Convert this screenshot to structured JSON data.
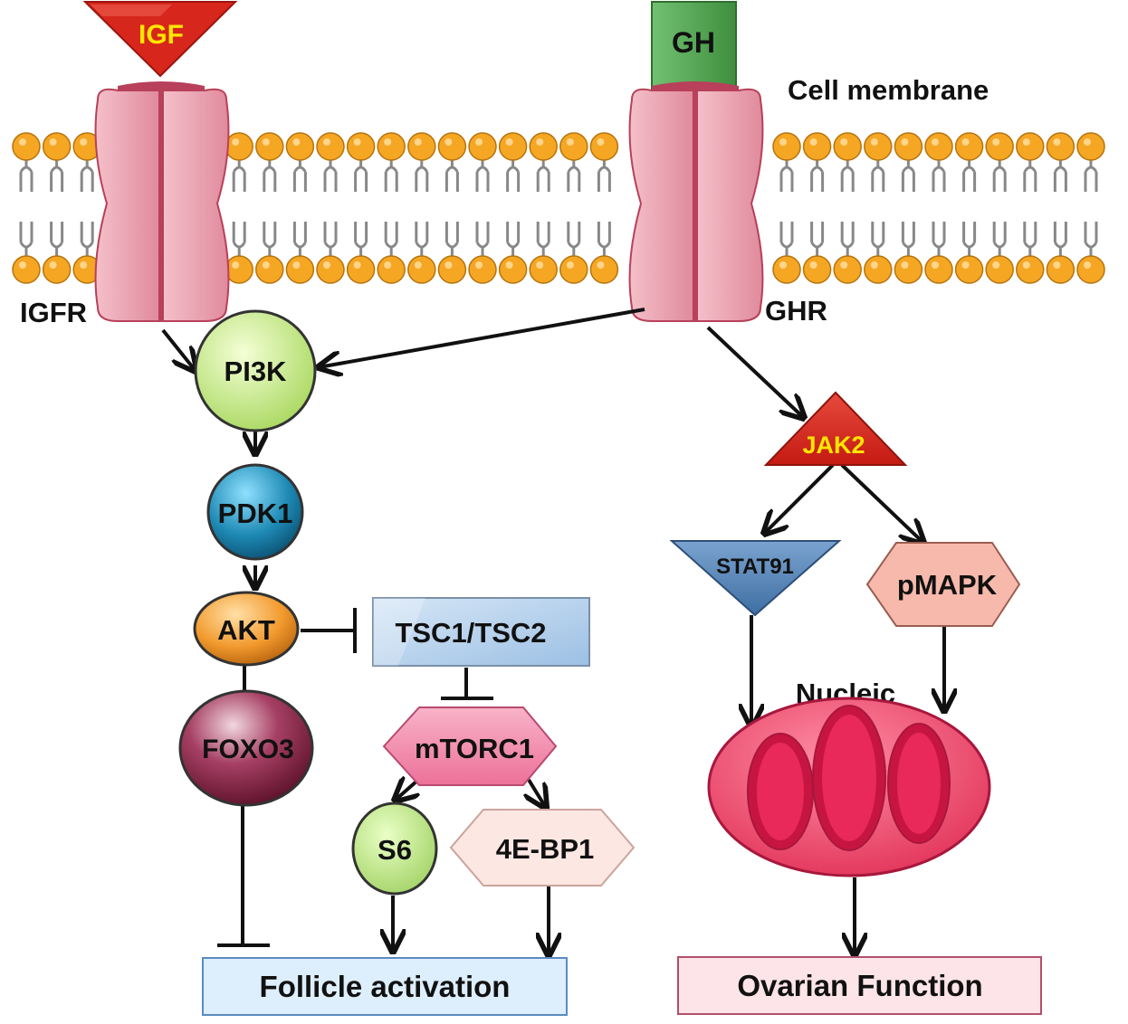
{
  "labels": {
    "igf": "IGF",
    "gh": "GH",
    "cell_membrane": "Cell membrane",
    "igfr": "IGFR",
    "ghr": "GHR",
    "pi3k": "PI3K",
    "pdk1": "PDK1",
    "akt": "AKT",
    "foxo3": "FOXO3",
    "tsc": "TSC1/TSC2",
    "mtorc1": "mTORC1",
    "s6": "S6",
    "ebp1": "4E-BP1",
    "jak2": "JAK2",
    "stat91": "STAT91",
    "pmapk": "pMAPK",
    "nucleic": "Nucleic",
    "follicle": "Follicle activation",
    "ovarian": "Ovarian Function"
  },
  "colors": {
    "lipid_head": "#f5a623",
    "receptor": "#e8a0ae",
    "receptor_dark": "#b8405a",
    "igf": "#d7261b",
    "igf_text": "#ffe600",
    "gh": "#4ea14e",
    "pi3k": "#d4ef9a",
    "pdk1": "#1e8ab4",
    "akt": "#f29a2e",
    "foxo3": "#8a1f3c",
    "tsc": "#b9d4ec",
    "mtorc1": "#f48cab",
    "s6": "#c4e88a",
    "ebp1": "#fde7e2",
    "jak2": "#d7261b",
    "stat91": "#4a7bb0",
    "pmapk": "#f7b9ab",
    "nucleus": "#f04a6e",
    "follicle_box": "#ddeefc",
    "ovarian_box": "#fde4e8"
  }
}
